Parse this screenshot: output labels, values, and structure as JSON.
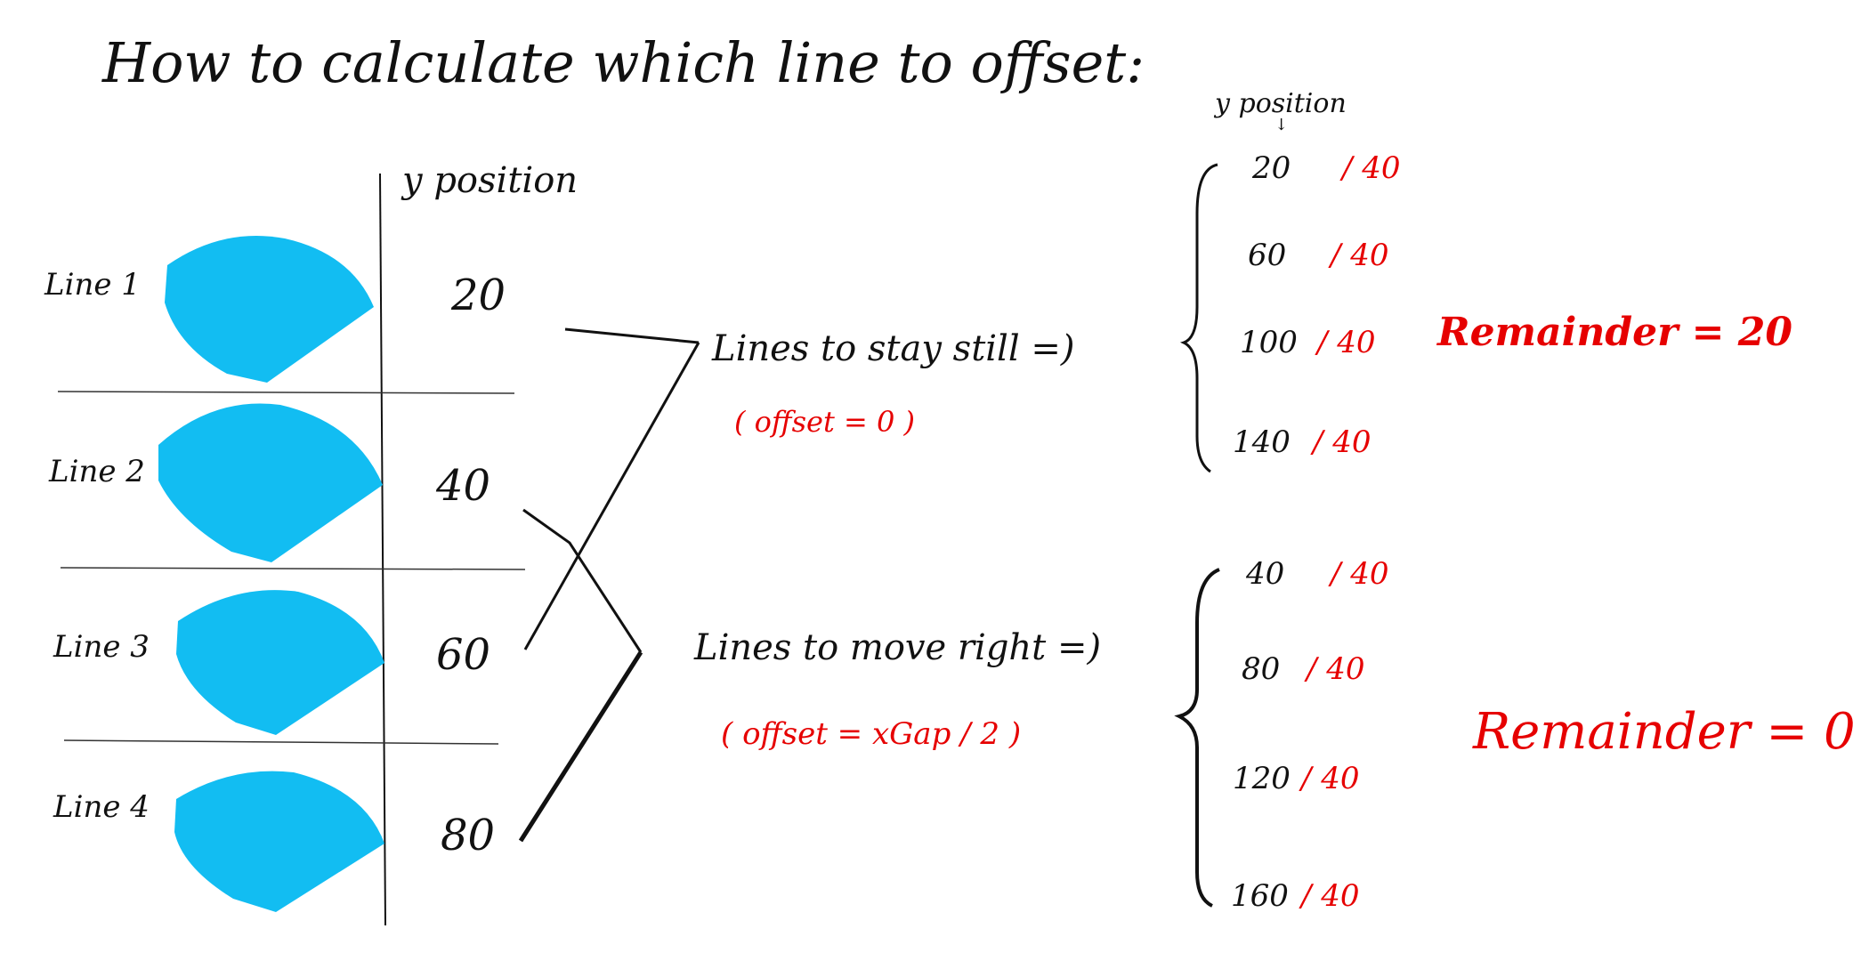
{
  "title": "How to calculate which line to offset:",
  "column_header": "y position",
  "lines": [
    {
      "label": "Line 1",
      "y": "20"
    },
    {
      "label": "Line 2",
      "y": "40"
    },
    {
      "label": "Line 3",
      "y": "60"
    },
    {
      "label": "Line 4",
      "y": "80"
    }
  ],
  "group_still": {
    "label": "Lines to stay still =)",
    "offset": "( offset = 0 )",
    "header": "y position",
    "rows": [
      {
        "y": "20",
        "div": "/ 40"
      },
      {
        "y": "60",
        "div": "/ 40"
      },
      {
        "y": "100",
        "div": "/ 40"
      },
      {
        "y": "140",
        "div": "/ 40"
      }
    ],
    "remainder": "Remainder = 20"
  },
  "group_move": {
    "label": "Lines to move right =)",
    "offset": "( offset = xGap / 2 )",
    "rows": [
      {
        "y": "40",
        "div": "/ 40"
      },
      {
        "y": "80",
        "div": "/ 40"
      },
      {
        "y": "120",
        "div": "/ 40"
      },
      {
        "y": "160",
        "div": "/ 40"
      }
    ],
    "remainder": "Remainder = 0"
  },
  "colors": {
    "shape": "#12bdf2",
    "ink": "#111111",
    "accent": "#e60000"
  }
}
